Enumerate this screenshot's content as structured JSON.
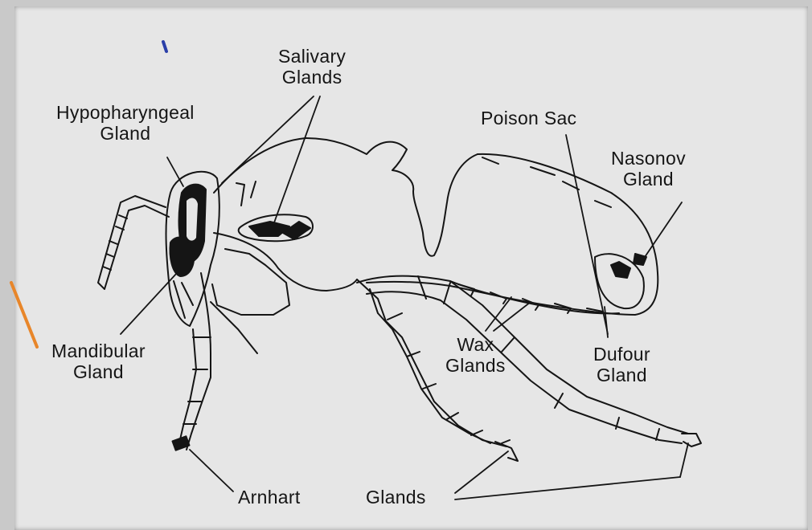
{
  "labels": {
    "salivary_glands": [
      "Salivary",
      "Glands"
    ],
    "hypopharyngeal_gland": [
      "Hypopharyngeal",
      "Gland"
    ],
    "poison_sac": "Poison Sac",
    "nasonov_gland": [
      "Nasonov",
      "Gland"
    ],
    "mandibular_gland": [
      "Mandibular",
      "Gland"
    ],
    "wax_glands": [
      "Wax",
      "Glands"
    ],
    "dufour_gland": [
      "Dufour",
      "Gland"
    ],
    "arnhart": "Arnhart",
    "glands": "Glands"
  },
  "colors": {
    "background": "#e6e6e6",
    "frame": "#c9c9c9",
    "ink": "#151515",
    "accent_arrow": "#e8862a",
    "pen_mark": "#2a3fa8"
  }
}
